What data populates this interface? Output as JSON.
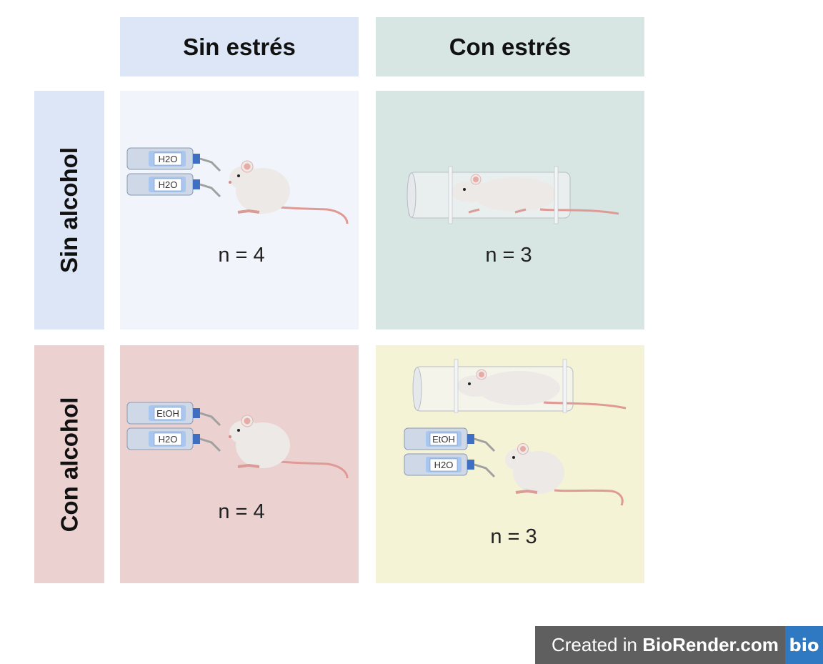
{
  "columns": [
    "Sin estrés",
    "Con estrés"
  ],
  "rows": [
    "Sin alcohol",
    "Con alcohol"
  ],
  "cells": {
    "no_alcohol_no_stress": {
      "n_label": "n = 4",
      "bottle_labels": [
        "H2O",
        "H2O"
      ]
    },
    "no_alcohol_stress": {
      "n_label": "n = 3"
    },
    "alcohol_no_stress": {
      "n_label": "n = 4",
      "bottle_labels": [
        "EtOH",
        "H2O"
      ]
    },
    "alcohol_stress": {
      "n_label": "n = 3",
      "bottle_labels": [
        "EtOH",
        "H2O"
      ]
    }
  },
  "footer": {
    "prefix": "Created in ",
    "brand": "BioRender.com",
    "logo": "bio"
  },
  "colors": {
    "col_sin_estres": "#dde6f6",
    "col_con_estres": "#d7e6e3",
    "row_sin_alcohol": "#dde6f6",
    "row_con_alcohol": "#ecd1d1",
    "cell_no_alcohol_no_stress": "#f1f5fb",
    "cell_no_alcohol_stress": "#d7e6e3",
    "cell_alcohol_no_stress": "#ecd1d1",
    "cell_alcohol_stress": "#f5f3d6"
  }
}
